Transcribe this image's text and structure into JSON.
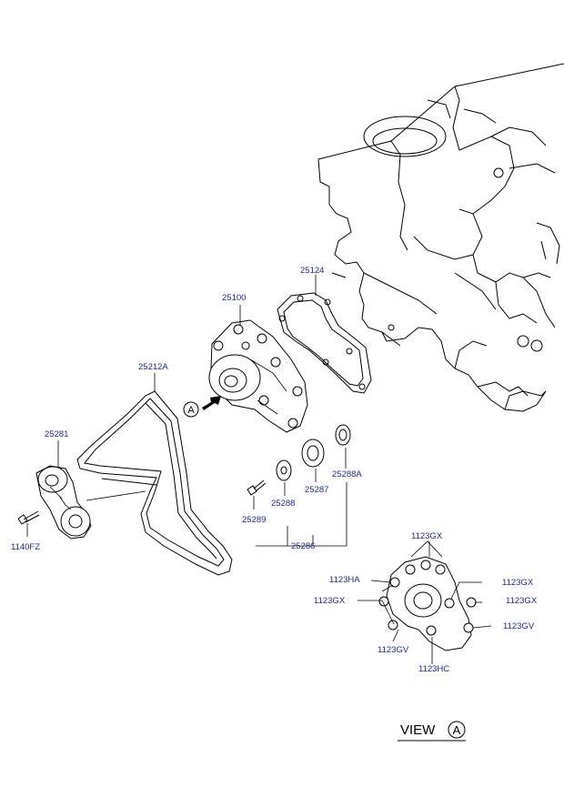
{
  "labels": {
    "p25124": "25124",
    "p25100": "25100",
    "p25212A": "25212A",
    "p25281": "25281",
    "p1140FZ": "1140FZ",
    "p25289": "25289",
    "p25288": "25288",
    "p25287": "25287",
    "p25288A": "25288A",
    "p25286": "25286",
    "arrowA": "A",
    "gx_top": "1123GX",
    "ha": "1123HA",
    "gx_right1": "1123GX",
    "gx_left": "1123GX",
    "gx_right2": "1123GX",
    "gv_right": "1123GV",
    "gv_bottom": "1123GV",
    "hc": "1123HC"
  },
  "view": {
    "text": "VIEW",
    "letter": "A"
  },
  "colors": {
    "label": "#1c2a8c",
    "line": "#000000"
  }
}
